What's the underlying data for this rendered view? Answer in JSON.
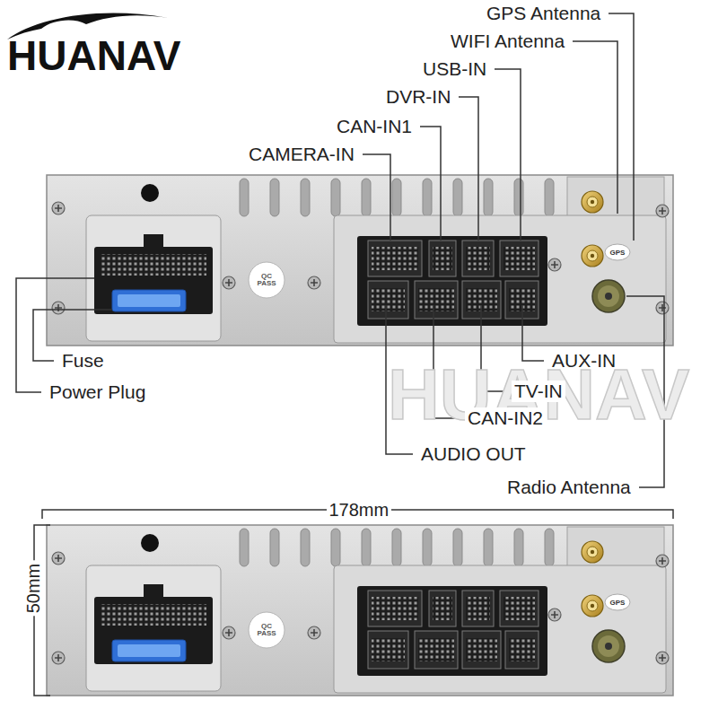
{
  "diagram": {
    "labels": [
      "HUANAV",
      "GPS Antenna",
      "WIFI Antenna",
      "USB-IN",
      "DVR-IN",
      "CAN-IN1",
      "CAMERA-IN",
      "GPS",
      "QC PASS",
      "Fuse",
      "AUX-IN",
      "HUANAV",
      "Power Plug",
      "TV-IN",
      "CAN-IN2",
      "AUDIO OUT",
      "Radio Antenna",
      "178mm",
      "50mm",
      "GPS",
      "QC PASS"
    ]
  }
}
